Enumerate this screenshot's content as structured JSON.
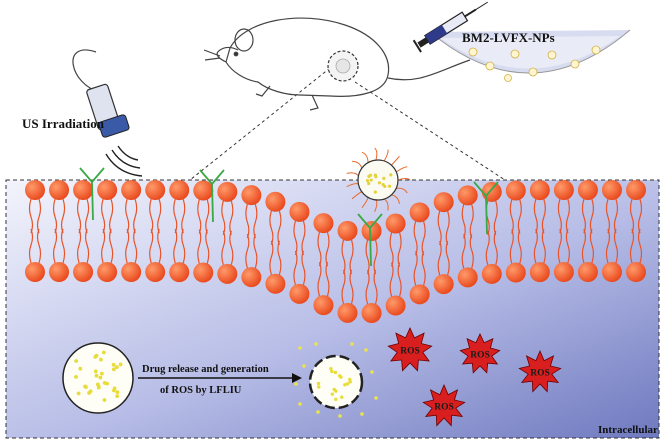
{
  "labels": {
    "us_irradiation": "US Irradiation",
    "nanoparticle_name": "BM2-LVFX-NPs",
    "process_line1": "Drug release and generation",
    "process_line2": "of ROS by LFLIU",
    "intracellular": "Intracellular",
    "ros": "ROS"
  },
  "colors": {
    "membrane_gradient_left": "#eef0fb",
    "membrane_gradient_right": "#7c86c6",
    "lipid_head": "#f05a22",
    "lipid_tail": "#e8542a",
    "receptor": "#3aa845",
    "ros_burst": "#d81e1e",
    "drug_dot": "#f1e64a"
  },
  "icons": [
    "mouse-icon",
    "syringe-icon",
    "petri-dish-icon",
    "ultrasound-probe-icon",
    "sound-waves-icon",
    "nanoparticle-icon",
    "ros-burst-icon",
    "arrow-right-icon"
  ]
}
